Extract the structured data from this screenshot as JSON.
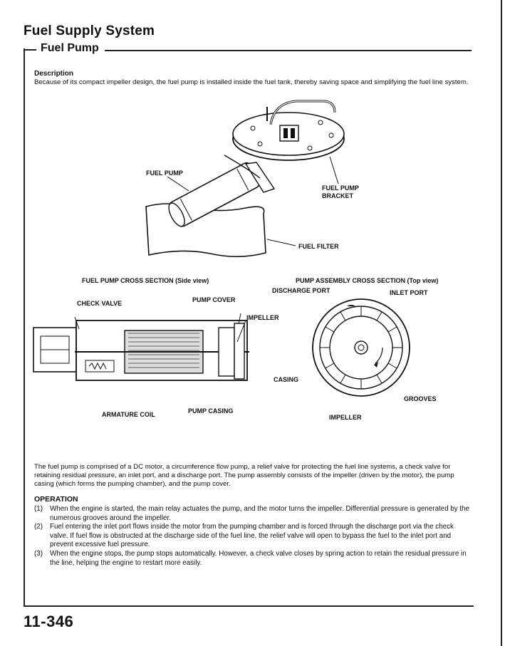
{
  "header": {
    "section_title": "Fuel Supply System",
    "subsection_title": "Fuel Pump"
  },
  "description": {
    "heading": "Description",
    "text": "Because of its compact impeller design, the fuel pump is installed inside the fuel tank, thereby saving space and simplifying the fuel line system."
  },
  "figure_top": {
    "labels": {
      "fuel_pump": "FUEL PUMP",
      "fuel_pump_bracket_1": "FUEL PUMP",
      "fuel_pump_bracket_2": "BRACKET",
      "fuel_filter": "FUEL FILTER"
    }
  },
  "figure_side": {
    "heading": "FUEL PUMP CROSS SECTION (Side view)",
    "labels": {
      "check_valve": "CHECK VALVE",
      "pump_cover": "PUMP COVER",
      "impeller": "IMPELLER",
      "armature_coil": "ARMATURE COIL",
      "pump_casing": "PUMP CASING"
    }
  },
  "figure_top_view": {
    "heading": "PUMP ASSEMBLY CROSS SECTION (Top view)",
    "labels": {
      "discharge_port": "DISCHARGE PORT",
      "inlet_port": "INLET PORT",
      "casing": "CASING",
      "grooves": "GROOVES",
      "impeller": "IMPELLER"
    }
  },
  "body": {
    "paragraph": "The fuel pump is comprised of a DC motor, a circumference flow pump, a relief valve for protecting the fuel line systems, a check valve for retaining residual pressure, an inlet port, and a discharge port. The pump assembly consists of the impeller (driven by the motor), the pump casing (which forms the pumping chamber), and the pump cover."
  },
  "operation": {
    "heading": "OPERATION",
    "items": [
      {
        "num": "(1)",
        "text": "When the engine is started, the main relay actuates the pump, and the motor turns the impeller. Differential pressure is generated by the numerous grooves around the impeller."
      },
      {
        "num": "(2)",
        "text": "Fuel entering the inlet port flows inside the motor from the pumping chamber and is forced through the discharge port via the check valve. If fuel flow is obstructed at the discharge side of the fuel line, the relief valve will open to bypass the fuel to the inlet port and prevent excessive fuel pressure."
      },
      {
        "num": "(3)",
        "text": "When the engine stops, the pump stops automatically. However, a check valve closes by spring action to retain the residual pressure in the line, helping the engine to restart more easily."
      }
    ]
  },
  "footer": {
    "page_number": "11-346"
  }
}
